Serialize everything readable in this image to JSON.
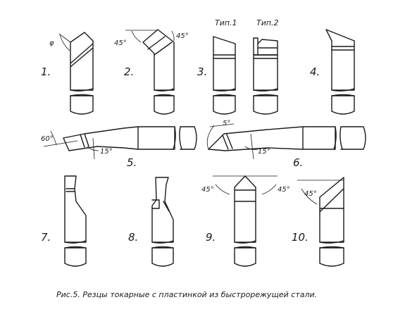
{
  "figure": {
    "caption": "Рис.5. Резцы токарные с пластинкой из быстрорежущей стали.",
    "tools": [
      {
        "number": "1.",
        "angles": [
          "φ"
        ]
      },
      {
        "number": "2.",
        "angles": [
          "45°",
          "45°"
        ]
      },
      {
        "number": "3.",
        "types": [
          "Тип.1",
          "Тип.2"
        ]
      },
      {
        "number": "4."
      },
      {
        "number": "5.",
        "angles": [
          "60°",
          "15°"
        ]
      },
      {
        "number": "6.",
        "angles": [
          "5°",
          "15°"
        ]
      },
      {
        "number": "7."
      },
      {
        "number": "8."
      },
      {
        "number": "9.",
        "angles": [
          "45°",
          "45°"
        ]
      },
      {
        "number": "10.",
        "angles": [
          "45°"
        ]
      }
    ]
  }
}
